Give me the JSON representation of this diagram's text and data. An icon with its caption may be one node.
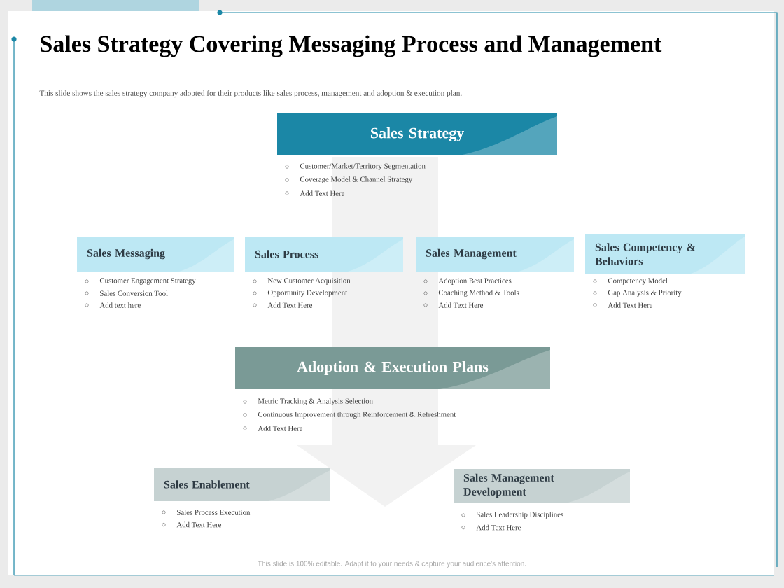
{
  "diagram": {
    "title": "Sales Strategy Covering Messaging Process and Management",
    "nodes": [
      {
        "text": [
          "Sales Strategy"
        ],
        "beside": [
          "Customer/Market/Territory  Segmentation",
          "Coverage  Model & Channel  Strategy",
          "Add Text Here"
        ]
      },
      {
        "text": [
          "Sales Messaging"
        ],
        "beside": [
          "Customer Engagement Strategy",
          "Sales Conversion  Tool",
          "Add text here"
        ]
      },
      {
        "text": [
          "Sales Process"
        ],
        "beside": [
          "New Customer Acquisition",
          "Opportunity Development",
          "Add Text Here"
        ]
      },
      {
        "text": [
          "Sales Management"
        ],
        "beside": [
          "Adoption Best Practices",
          "Coaching Method & Tools",
          "Add Text Here"
        ]
      },
      {
        "text": [
          "Sales Competency & Behaviors"
        ],
        "beside": [
          "Competency Model",
          "Gap Analysis & Priority",
          "Add Text Here"
        ]
      },
      {
        "text": [
          "Adoption & Execution Plans"
        ],
        "beside": [
          "Metric  Tracking  & Analysis Selection",
          "Continuous Improvement through Reinforcement  & Refreshment",
          "Add Text Here"
        ]
      },
      {
        "text": [
          "Sales Enablement"
        ],
        "beside": [
          "Sales Process  Execution",
          "Add Text Here"
        ]
      },
      {
        "text": [
          "Sales Management Development"
        ],
        "beside": [
          "Sales Leadership Disciplines",
          "Add Text Here"
        ]
      }
    ],
    "labels": [
      "This slide shows the sales strategy company adopted for their products like sales process, management and adoption & execution plan.",
      "This slide is 100% editable. Adapt it to your needs & capture your audience's attention."
    ]
  }
}
